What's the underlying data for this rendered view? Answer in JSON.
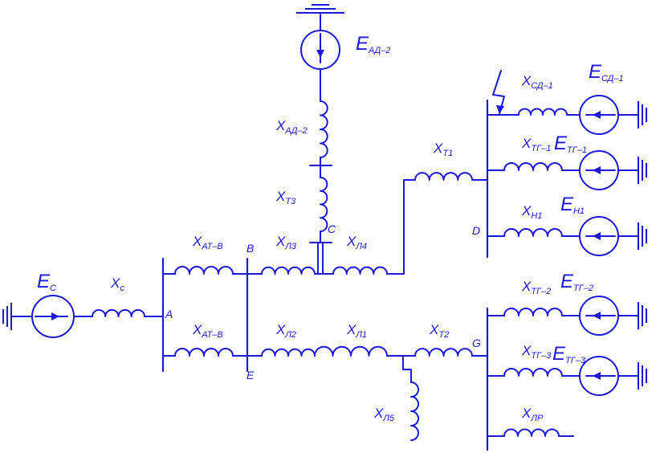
{
  "sources": {
    "ec": {
      "main": "E",
      "sub": "C"
    },
    "ead2": {
      "main": "E",
      "sub": "АД–2"
    },
    "esd1": {
      "main": "E",
      "sub": "СД–1"
    },
    "etg1": {
      "main": "E",
      "sub": "ТГ–1"
    },
    "eh1": {
      "main": "E",
      "sub": "Н1"
    },
    "etg2": {
      "main": "E",
      "sub": "ТГ–2"
    },
    "etg3": {
      "main": "E",
      "sub": "ТГ–3"
    }
  },
  "reactances": {
    "xc": {
      "main": "X",
      "sub": "с"
    },
    "xatv_top": {
      "main": "X",
      "sub": "АТ–В"
    },
    "xatv_bot": {
      "main": "X",
      "sub": "АТ–В"
    },
    "xad2": {
      "main": "X",
      "sub": "АД–2"
    },
    "xt3": {
      "main": "X",
      "sub": "Т3"
    },
    "xl3": {
      "main": "X",
      "sub": "Л3"
    },
    "xl4": {
      "main": "X",
      "sub": "Л4"
    },
    "xt1": {
      "main": "X",
      "sub": "Т1"
    },
    "xsd1": {
      "main": "X",
      "sub": "СД–1"
    },
    "xtg1": {
      "main": "X",
      "sub": "ТГ–1"
    },
    "xh1": {
      "main": "X",
      "sub": "Н1"
    },
    "xl2": {
      "main": "X",
      "sub": "Л2"
    },
    "xl1": {
      "main": "X",
      "sub": "Л1"
    },
    "xt2": {
      "main": "X",
      "sub": "Т2"
    },
    "xl5": {
      "main": "X",
      "sub": "Л5"
    },
    "xtg2": {
      "main": "X",
      "sub": "ТГ–2"
    },
    "xtg3": {
      "main": "X",
      "sub": "ТГ–3"
    },
    "xlr": {
      "main": "X",
      "sub": "ЛР"
    }
  },
  "nodes": {
    "a": "A",
    "b": "B",
    "c": "C",
    "d": "D",
    "e": "E",
    "g": "G"
  }
}
